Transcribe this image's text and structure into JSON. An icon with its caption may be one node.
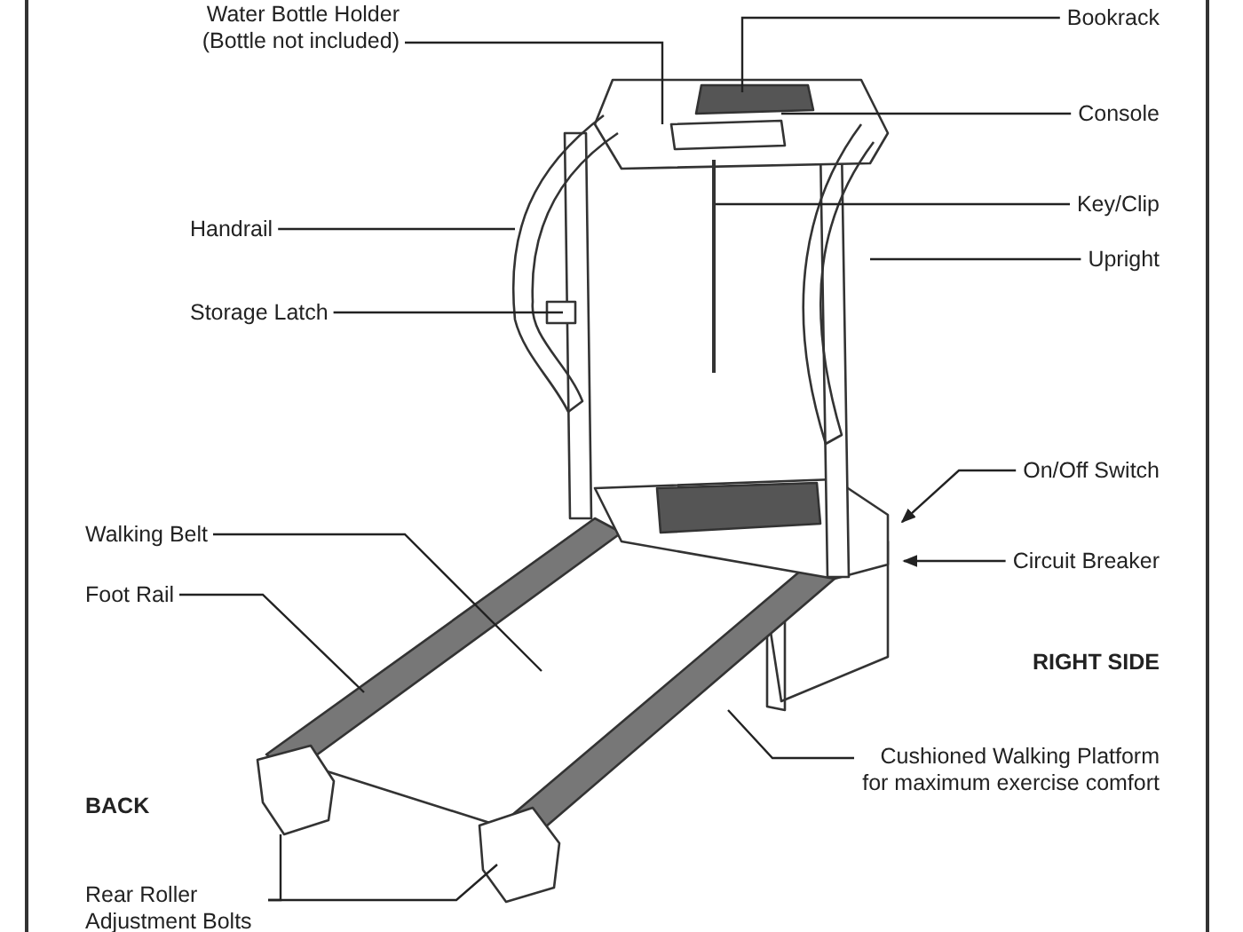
{
  "diagram": {
    "nodes": [
      {
        "text": [
          "Water Bottle Holder (Bottle not included)"
        ]
      },
      {
        "text": [
          "Bookrack"
        ]
      },
      {
        "text": [
          "Console"
        ]
      },
      {
        "text": [
          "Handrail"
        ]
      },
      {
        "text": [
          "Key/Clip"
        ]
      },
      {
        "text": [
          "Upright"
        ]
      },
      {
        "text": [
          "Storage Latch"
        ]
      },
      {
        "text": [
          "On/Off Switch"
        ]
      },
      {
        "text": [
          "Walking Belt"
        ]
      },
      {
        "text": [
          "Circuit Breaker"
        ]
      },
      {
        "text": [
          "Foot Rail"
        ]
      },
      {
        "text": [
          "Cushioned Walking Platform for maximum exercise comfort"
        ]
      },
      {
        "text": [
          "Rear Roller Adjustment Bolts"
        ]
      }
    ],
    "edges": [
      {
        "from": 0,
        "to": null,
        "arrow": "none"
      },
      {
        "from": 1,
        "to": null,
        "arrow": "none"
      },
      {
        "from": 2,
        "to": null,
        "arrow": "none"
      },
      {
        "from": 3,
        "to": null,
        "arrow": "none"
      },
      {
        "from": 4,
        "to": null,
        "arrow": "none"
      },
      {
        "from": 5,
        "to": null,
        "arrow": "none"
      },
      {
        "from": 6,
        "to": null,
        "arrow": "none"
      },
      {
        "from": 7,
        "to": null,
        "arrow": "to"
      },
      {
        "from": 8,
        "to": null,
        "arrow": "none"
      },
      {
        "from": 9,
        "to": null,
        "arrow": "to"
      },
      {
        "from": 10,
        "to": null,
        "arrow": "none"
      },
      {
        "from": 11,
        "to": null,
        "arrow": "none"
      },
      {
        "from": 12,
        "to": null,
        "arrow": "none"
      },
      {
        "from": 12,
        "to": null,
        "arrow": "none"
      }
    ],
    "labels": [
      "RIGHT SIDE",
      "BACK"
    ]
  }
}
